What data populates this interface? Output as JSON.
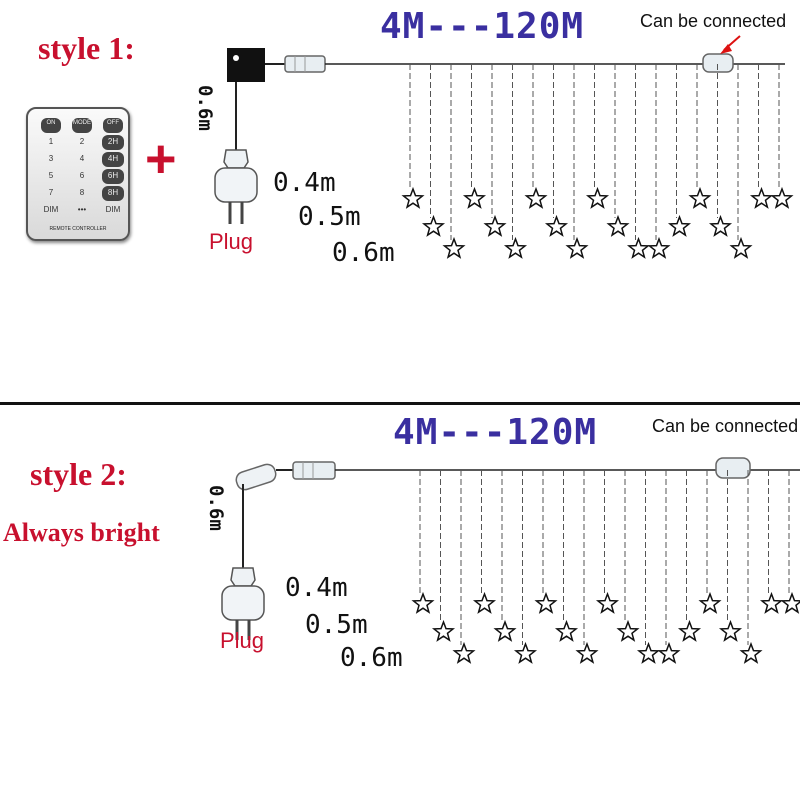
{
  "style1": {
    "label": "style 1:",
    "plus": "+",
    "length_title": "4M---120M",
    "connect_label": "Can be connected",
    "cord_length": "0.6m",
    "plug_label": "Plug",
    "drop_lengths": [
      "0.4m",
      "0.5m",
      "0.6m"
    ],
    "remote": {
      "top_buttons": [
        "ON",
        "MODE",
        "OFF"
      ],
      "rows": [
        [
          "1",
          "2",
          "2H"
        ],
        [
          "3",
          "4",
          "4H"
        ],
        [
          "5",
          "6",
          "6H"
        ],
        [
          "7",
          "8",
          "8H"
        ]
      ],
      "dim_left": "DIM",
      "dim_right": "DIM",
      "footer": "REMOTE CONTROLLER"
    }
  },
  "style2": {
    "label": "style 2:",
    "sublabel": "Always bright",
    "length_title": "4M---120M",
    "connect_label": "Can be connected",
    "cord_length": "0.6m",
    "plug_label": "Plug",
    "drop_lengths": [
      "0.4m",
      "0.5m",
      "0.6m"
    ]
  }
}
